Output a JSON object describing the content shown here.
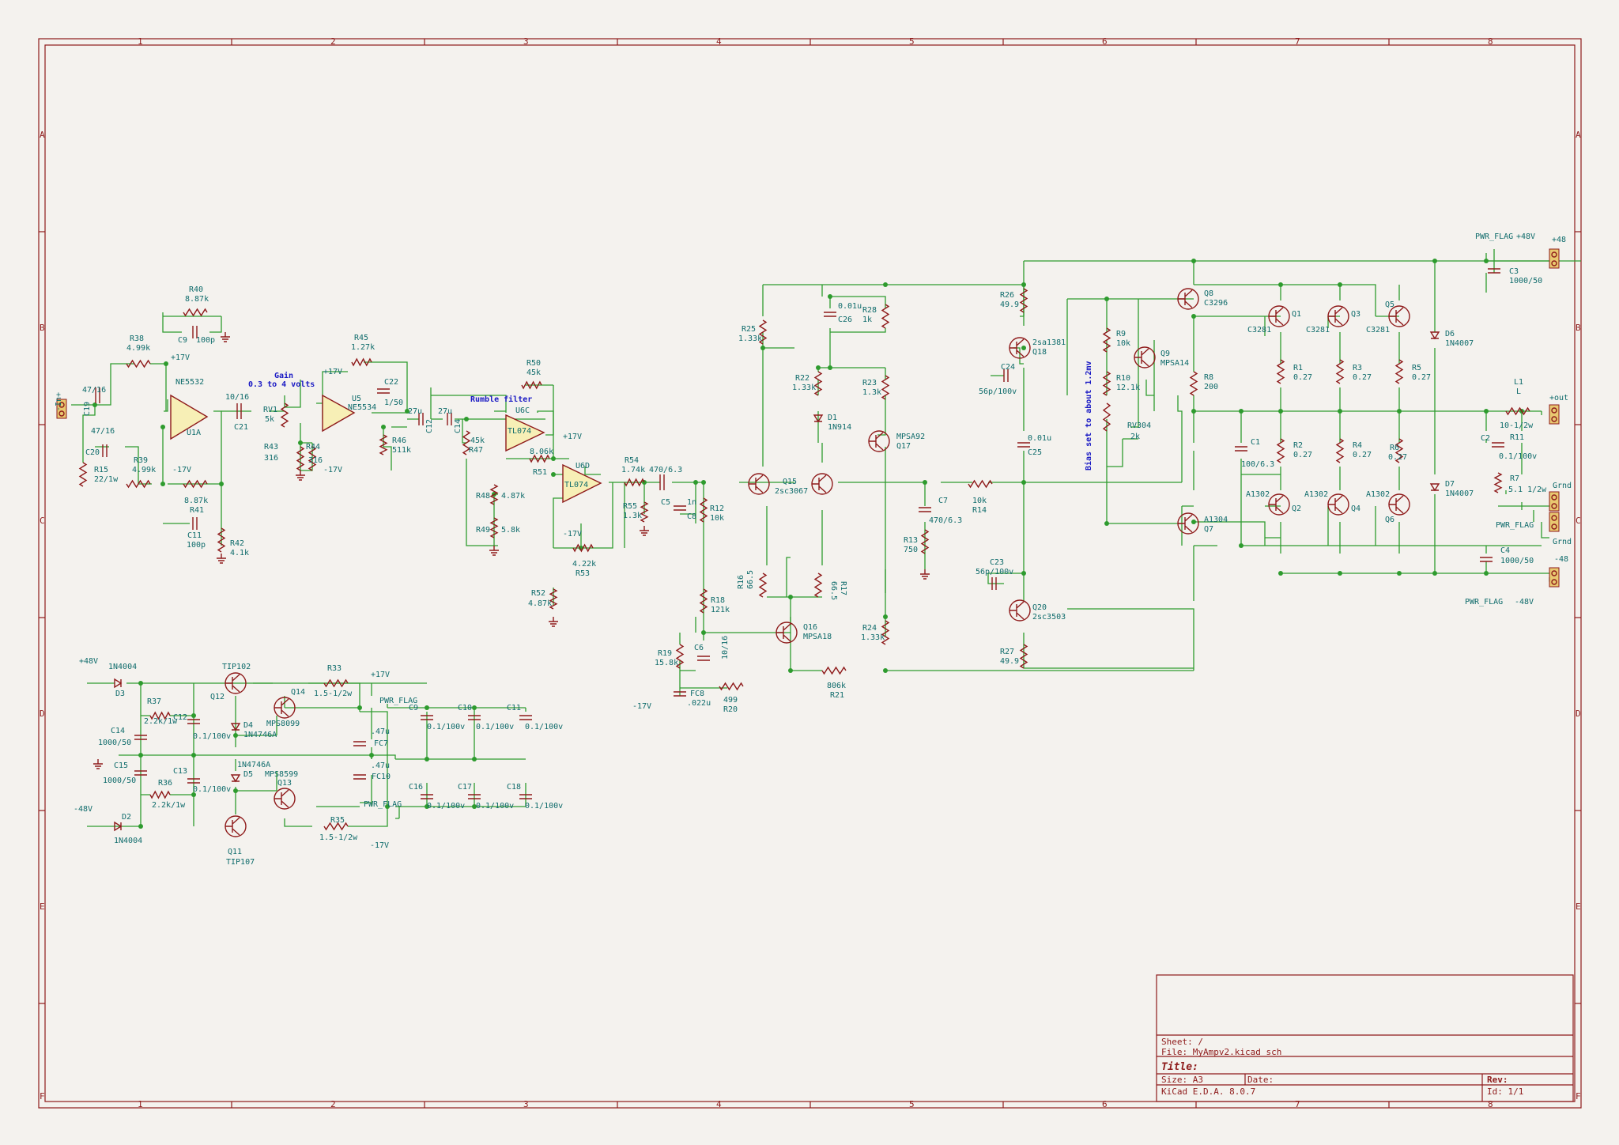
{
  "frame": {
    "cols": [
      "1",
      "2",
      "3",
      "4",
      "5",
      "6",
      "7",
      "8"
    ],
    "rows": [
      "A",
      "B",
      "C",
      "D",
      "E",
      "F"
    ]
  },
  "notes": {
    "gain_title": "Gain",
    "gain_range": "0.3 to 4 volts",
    "rumble": "Rumble filter",
    "bias": "Bias set to about 1.2mv"
  },
  "title_block": {
    "sheet": "Sheet: /",
    "file": "File: MyAmpv2.kicad_sch",
    "title": "Title:",
    "size": "Size: A3",
    "date": "Date:",
    "rev": "Rev:",
    "tool": "KiCad E.D.A. 8.0.7",
    "id": "Id: 1/1"
  },
  "colors": {
    "frame": "#8e1a1a",
    "wire": "#2e9b2e",
    "ref": "#0e6b6b",
    "note": "#1a1ac4",
    "opamp_fill": "#f7efb6"
  },
  "labels": {
    "in_conn": "-In+",
    "c19": "47/16",
    "c19n": "C19",
    "c20v": "47/16",
    "c20": "C20",
    "r15": "R15",
    "r15v": "22/1w",
    "r38": "R38",
    "r38v": "4.99k",
    "r39": "R39",
    "r39v": "4.99k",
    "r40": "R40",
    "r40v": "8.87k",
    "c9a": "C9",
    "c9av": "100p",
    "u1a": "U1A",
    "ne5532": "NE5532",
    "p17a": "+17V",
    "m17a": "-17V",
    "r41v": "8.87k",
    "r41": "R41",
    "c11a": "C11",
    "c11av": "100p",
    "r42": "R42",
    "r42v": "4.1k",
    "c21v": "10/16",
    "c21": "C21",
    "rv1": "RV1",
    "rv1v": "5k",
    "r43": "R43",
    "r43v": "316",
    "r44": "R44",
    "r44v": "316",
    "r45": "R45",
    "r45v": "1.27k",
    "u5": "U5",
    "ne5534": "NE5534",
    "p17b": "+17V",
    "m17b": "-17V",
    "c22": "C22",
    "c22v": "1/50",
    "r46": "R46",
    "r46v": "511k",
    "c12v": "27u",
    "c12": "C12",
    "c14v": "27u",
    "c14": "C14",
    "r47": "R47",
    "r47v": "45k",
    "u6c": "U6C",
    "tl074a": "TL074",
    "r50": "R50",
    "r50v": "45k",
    "r51": "R51",
    "r51v": "8.06k",
    "r48": "R48",
    "r48v": "4.87k",
    "r49": "R49",
    "r49v": "5.8k",
    "u6d": "U6D",
    "tl074b": "TL074",
    "p17c": "+17V",
    "m17c": "-17V",
    "r53": "R53",
    "r53v": "4.22k",
    "r52": "R52",
    "r52v": "4.87k",
    "r54": "R54",
    "r54v": "1.74k",
    "c5v": "470/6.3",
    "c5": "C5",
    "r55": "R55",
    "r55v": "1.3k",
    "c8v": "1n",
    "c8": "C8",
    "r12": "R12",
    "r12v": "10k",
    "r25": "R25",
    "r25v": "1.33k",
    "c26v": "0.01u",
    "c26": "C26",
    "r28": "R28",
    "r28v": "1k",
    "r22": "R22",
    "r22v": "1.33k",
    "d1": "D1",
    "d1v": "1N914",
    "r23": "R23",
    "r23v": "1.3k",
    "q17": "Q17",
    "q17v": "MPSA92",
    "q15": "Q15",
    "q15v": "2sc3067",
    "r16": "R16",
    "r16v": "66.5",
    "r17": "R17",
    "r17v": "66.5",
    "r18": "R18",
    "r18v": "121k",
    "q16": "Q16",
    "q16v": "MPSA18",
    "r19": "R19",
    "r19v": "15.8k",
    "c6": "C6",
    "c6v": "10/16",
    "fc8": "FC8",
    "fc8v": ".022u",
    "r20": "R20",
    "r20v": "499",
    "m17d": "-17V",
    "r21": "R21",
    "r21v": "806k",
    "r24": "R24",
    "r24v": "1.33k",
    "c7": "C7",
    "c7v": "470/6.3",
    "r13": "R13",
    "r13v": "750",
    "r14": "R14",
    "r14v": "10k",
    "r26": "R26",
    "r26v": "49.9",
    "q18": "Q18",
    "q18v": "2sa1381",
    "c24": "C24",
    "c24v": "56p/100v",
    "c25": "C25",
    "c25v": "0.01u",
    "c23": "C23",
    "c23v": "56p/100v",
    "q20": "Q20",
    "q20v": "2sc3503",
    "r27": "R27",
    "r27v": "49.9",
    "r9": "R9",
    "r9v": "10k",
    "r10": "R10",
    "r10v": "12.1k",
    "q9": "Q9",
    "q9v": "MPSA14",
    "rv304": "RV304",
    "rv304v": "2k",
    "q8": "Q8",
    "q8v": "C3296",
    "r8": "R8",
    "r8v": "200",
    "q7": "Q7",
    "q7v": "A1304",
    "q1": "Q1",
    "q1v": "C3281",
    "q3": "Q3",
    "q3v": "C3281",
    "q5": "Q5",
    "q5v": "C3281",
    "r1": "R1",
    "r1v": "0.27",
    "r3": "R3",
    "r3v": "0.27",
    "r5": "R5",
    "r5v": "0.27",
    "r2": "R2",
    "r2v": "0.27",
    "r4": "R4",
    "r4v": "0.27",
    "r6": "R6",
    "r6v": "0.27",
    "q2": "Q2",
    "q2v": "A1302",
    "q4": "Q4",
    "q4v": "A1302",
    "q6": "Q6",
    "q6v": "A1302",
    "c1": "C1",
    "c1v": "100/6.3",
    "d6": "D6",
    "d6v": "1N4007",
    "d7": "D7",
    "d7v": "1N4007",
    "l1": "L1",
    "l1v": "L",
    "l1r": "10-1/2w",
    "c2": "C2",
    "c2v": "0.1/100v",
    "r11": "R11",
    "r7": "R7",
    "r7v": "5.1 1/2w",
    "c3": "C3",
    "c3v": "1000/50",
    "c4": "C4",
    "c4v": "1000/50",
    "pwrflag1": "PWR_FLAG",
    "p48a": "+48V",
    "p48conn": "+48",
    "outconn": "+out",
    "gndconn1": "Grnd",
    "gndconn2": "Grnd",
    "pwrflag2": "PWR_FLAG",
    "pwrflag3": "PWR_FLAG",
    "m48conn": "-48",
    "m48a": "-48V",
    "ps_p48": "+48V",
    "ps_m48": "-48V",
    "d3": "D3",
    "d3v": "1N4004",
    "d2": "D2",
    "d2v": "1N4004",
    "r37": "R37",
    "r37v": "2.2k/1w",
    "r36": "R36",
    "r36v": "2.2k/1w",
    "c14p": "C14",
    "c14pv": "1000/50",
    "c15p": "C15",
    "c15pv": "1000/50",
    "c12p": "C12",
    "c12pv": "0.1/100v",
    "c13p": "C13",
    "c13pv": "0.1/100v",
    "q12": "Q12",
    "q12v": "TIP102",
    "q11": "Q11",
    "q11v": "TIP107",
    "d4": "D4",
    "d4v": "1N4746A",
    "d5": "D5",
    "d5v": "1N4746A",
    "q14": "Q14",
    "q14v": "MPS8099",
    "q13": "Q13",
    "q13v": "MPS8599",
    "r33": "R33",
    "r33v": "1.5-1/2w",
    "r35": "R35",
    "r35v": "1.5-1/2w",
    "ps_p17": "+17V",
    "ps_m17": "-17V",
    "fc7": "FC7",
    "fc7v": ".47u",
    "fc10": "FC10",
    "fc10v": ".47u",
    "ps_pwr1": "PWR_FLAG",
    "ps_pwr2": "PWR_FLAG",
    "c9p": "C9",
    "c9pv": "0.1/100v",
    "c10p": "C10",
    "c10pv": "0.1/100v",
    "c11p": "C11",
    "c11pv": "0.1/100v",
    "c16p": "C16",
    "c16pv": "0.1/100v",
    "c17p": "C17",
    "c17pv": "0.1/100v",
    "c18p": "C18",
    "c18pv": "0.1/100v"
  }
}
